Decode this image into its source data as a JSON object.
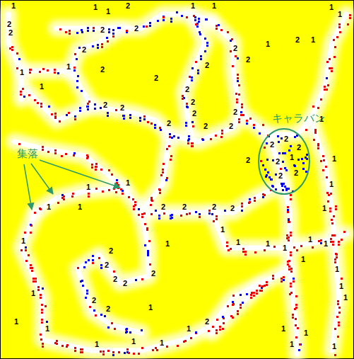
{
  "diagram": {
    "labels": [
      "キャラバン",
      "集落",
      "1",
      "2",
      "2",
      "1",
      "1",
      "2",
      "2",
      "2",
      "1",
      "1",
      "2",
      "2",
      "1",
      "2",
      "1",
      "1",
      "1",
      "2",
      "1",
      "1",
      "1",
      "2",
      "2",
      "2",
      "2",
      "2",
      "2",
      "2",
      "2",
      "2",
      "2",
      "2",
      "2",
      "2",
      "2",
      "2",
      "1",
      "2",
      "2",
      "2",
      "2",
      "1",
      "1",
      "1",
      "1",
      "1",
      "1",
      "2",
      "2",
      "2",
      "2",
      "1",
      "1",
      "1",
      "1",
      "1",
      "1",
      "1",
      "1",
      "2",
      "2",
      "2",
      "2",
      "2",
      "2",
      "1",
      "1",
      "1",
      "1",
      "2",
      "1",
      "1",
      "2",
      "1",
      "1",
      "1",
      "1",
      "1",
      "1",
      "1",
      "1",
      "1",
      "1",
      "1",
      "1"
    ]
  }
}
